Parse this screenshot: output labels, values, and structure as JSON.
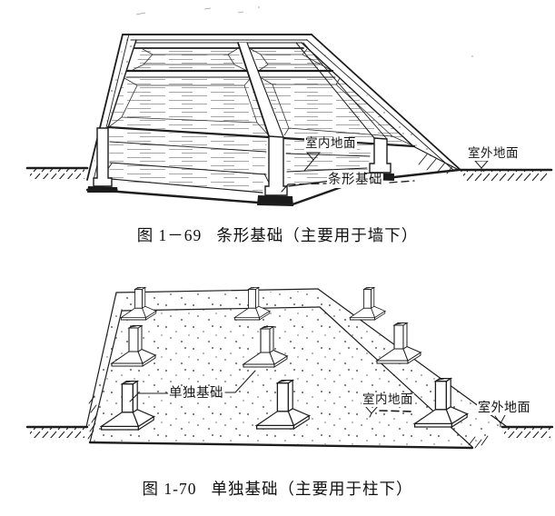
{
  "colors": {
    "ink": "#1d1d1d",
    "paper": "#ffffff"
  },
  "figure1": {
    "labels": {
      "indoor_ground": "室内地面",
      "outdoor_ground": "室外地面",
      "strip_foundation": "条形基础"
    },
    "caption_number": "图 1－69",
    "caption_title": "条形基础（主要用于墙下）"
  },
  "figure2": {
    "labels": {
      "individual_foundation": "单独基础",
      "indoor_ground": "室内地面",
      "outdoor_ground": "室外地面"
    },
    "caption_number": "图 1-70",
    "caption_title": "单独基础（主要用于柱下）"
  }
}
